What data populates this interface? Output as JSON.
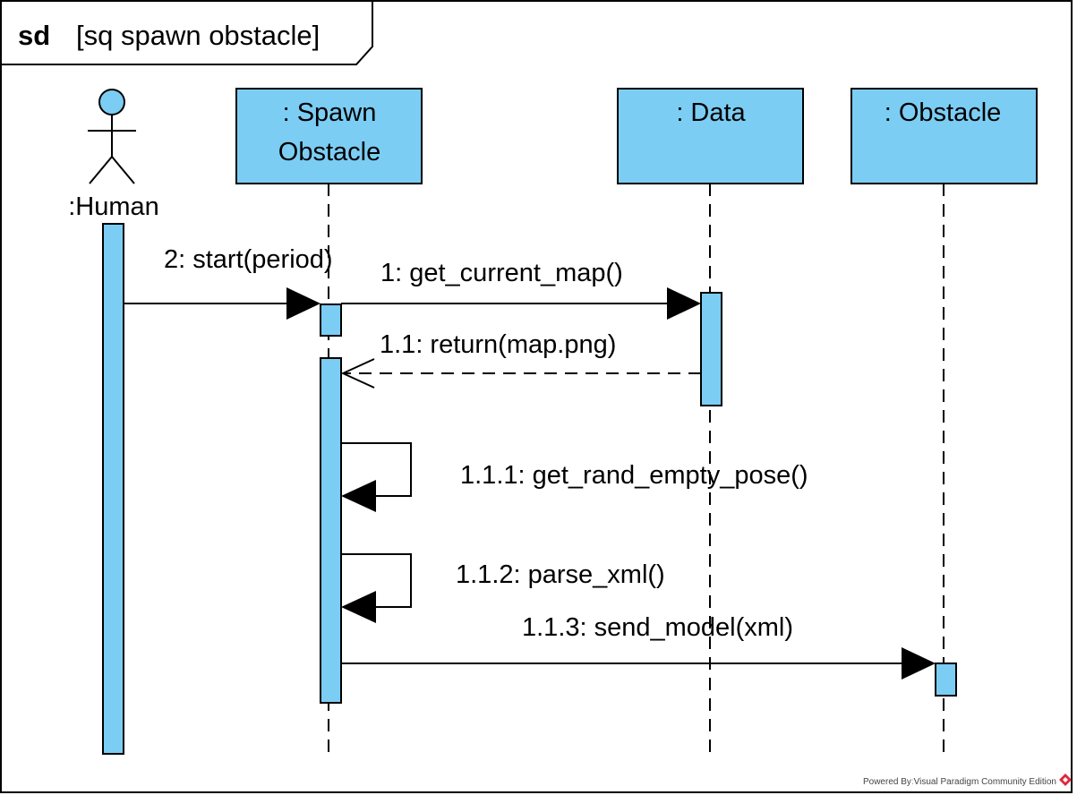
{
  "frame": {
    "keyword": "sd",
    "name": "[sq spawn obstacle]"
  },
  "actor": {
    "name": ":Human"
  },
  "lifelines": {
    "spawn": {
      "line1": ": Spawn",
      "line2": "Obstacle"
    },
    "data": {
      "name": ": Data"
    },
    "obstacle": {
      "name": ": Obstacle"
    }
  },
  "messages": {
    "start": "2: start(period)",
    "get_map": "1: get_current_map()",
    "return_map": "1.1: return(map.png)",
    "rand_pose": "1.1.1: get_rand_empty_pose()",
    "parse_xml": "1.1.2: parse_xml()",
    "send_model": "1.1.3: send_model(xml)"
  },
  "footer": {
    "powered_by": "Powered ByːVisual Paradigm Community Edition"
  },
  "colors": {
    "fill": "#7ccdf3",
    "stroke": "#000000",
    "logo": "#e0263a"
  }
}
